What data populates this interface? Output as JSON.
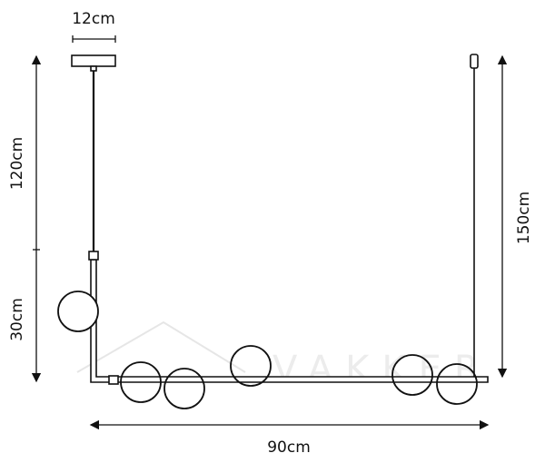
{
  "dimensions": {
    "canopy_width": "12cm",
    "cable_length": "120cm",
    "drop_height": "30cm",
    "total_height": "150cm",
    "total_width": "90cm"
  },
  "watermark": "VAKKER",
  "colors": {
    "line": "#111111",
    "watermark": "#e6e6e6"
  }
}
